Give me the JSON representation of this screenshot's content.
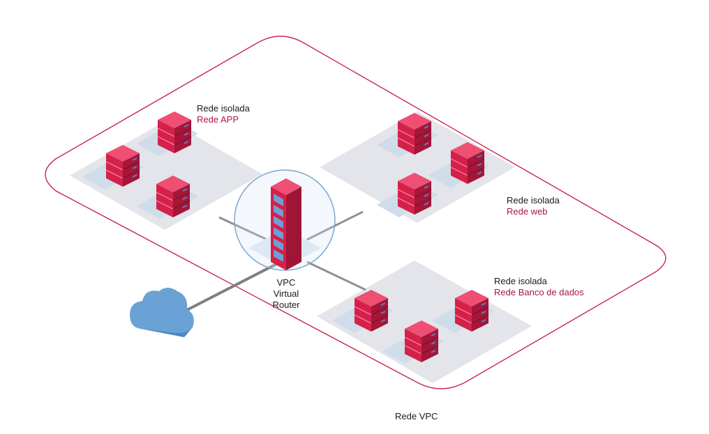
{
  "colors": {
    "vpc_border": "#c8274e",
    "server_front": "#d5204a",
    "server_side": "#a51638",
    "server_top": "#ee4f73",
    "led": "#4f86c6",
    "tile": "#e3e5ea",
    "slot": "#cfdce9",
    "router_circle": "#7aa7cf",
    "cloud": "#6aa2d6",
    "cable": "#8d8f93",
    "accent_text": "#a8173f"
  },
  "networks": [
    {
      "id": "app",
      "title": "Rede isolada",
      "subtitle": "Rede APP",
      "server_count": 3
    },
    {
      "id": "web",
      "title": "Rede isolada",
      "subtitle": "Rede web",
      "server_count": 3
    },
    {
      "id": "db",
      "title": "Rede isolada",
      "subtitle": "Rede Banco de dados",
      "server_count": 3
    }
  ],
  "router": {
    "line1": "VPC",
    "line2": "Virtual",
    "line3": "Router",
    "icon": "router-rack-icon"
  },
  "internet": {
    "icon": "cloud-icon"
  },
  "vpc": {
    "label": "Rede VPC"
  }
}
